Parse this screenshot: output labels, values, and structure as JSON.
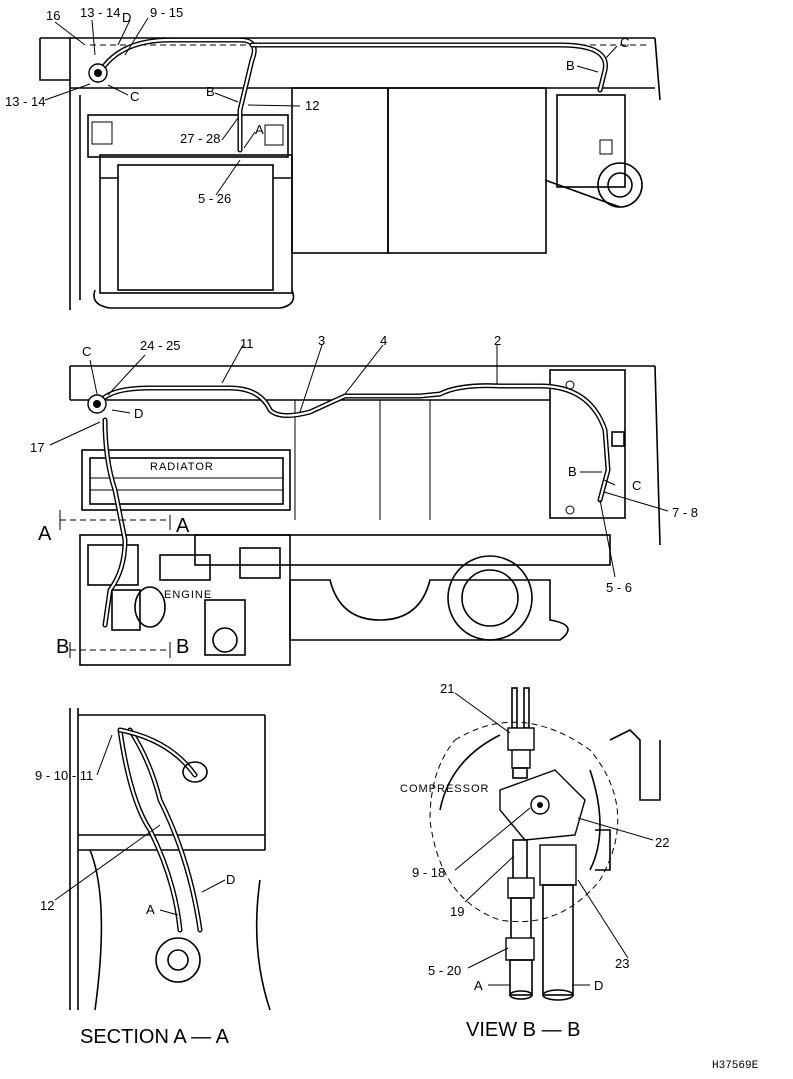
{
  "top_view": {
    "callouts": [
      "16",
      "13 - 14",
      "D",
      "9 - 15",
      "13 - 14",
      "C",
      "B",
      "12",
      "27 - 28",
      "A",
      "5 - 26",
      "C",
      "B"
    ]
  },
  "side_view": {
    "callouts": [
      "C",
      "24 - 25",
      "11",
      "3",
      "4",
      "2",
      "D",
      "17",
      "B",
      "C",
      "7 - 8",
      "5 - 6",
      "A",
      "A",
      "B",
      "B"
    ],
    "radiator_label": "RADIATOR",
    "engine_label": "ENGINE"
  },
  "section_aa": {
    "title": "SECTION A — A",
    "callouts": [
      "9 - 10 - 11",
      "12",
      "D",
      "A"
    ]
  },
  "view_bb": {
    "title": "VIEW B — B",
    "compressor_label": "COMPRESSOR",
    "callouts": [
      "21",
      "22",
      "9 - 18",
      "19",
      "23",
      "5 - 20",
      "A",
      "D"
    ]
  },
  "drawing_number": "H37569E"
}
